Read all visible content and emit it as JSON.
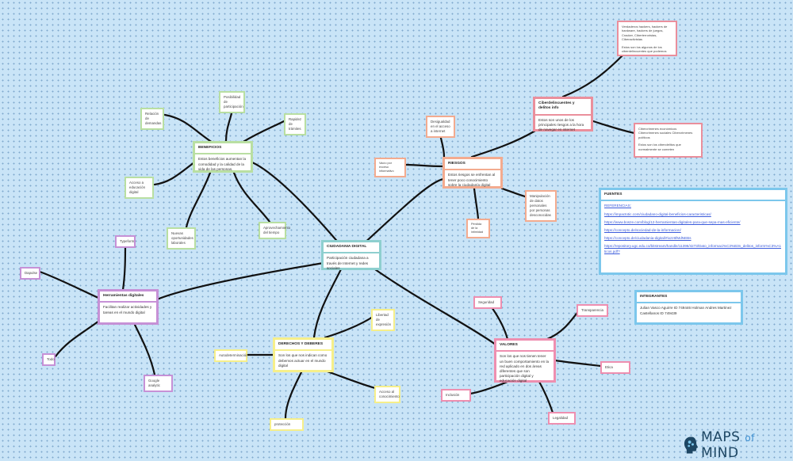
{
  "center": {
    "title": "CIUDADANIA DIGITAL",
    "text": "Participación ciudadana a través de Internet y redes sociales"
  },
  "beneficios": {
    "title": "BENEFICIOS",
    "text": "Estos beneficios aumentan la comodidad y la calidad de la vida de las personas.",
    "items": [
      "Relación de demandas",
      "Posibilidad de participación",
      "Rapidez de trámites",
      "Acceso a educación digital",
      "Nuevas oportunidades laborales",
      "Aprovechamiento del tiempo"
    ]
  },
  "riesgos": {
    "title": "RIESGOS",
    "text": "Estos riesgos se enfrentan al tener poco conocimiento sobre la ciudadanía digital",
    "items": [
      "Desigualdad en el acceso a internet",
      "Vacío por exceso informativo",
      "Pérdida de la intimidad",
      "Manipulación de datos personales por personas desconocidas"
    ]
  },
  "ciber": {
    "title": "Ciberdelincuentes y delitos info",
    "text": "Estos son unos de los principales riesgos a la hora de navegar en internet",
    "top_text": "Verdaderos hackers, hackers de hardware, hackers de juegos, Cracker, Ciberterroristas, Ciberactivistas",
    "top_text2": "Estos son los algunos de los ciberdelincuentes que podemos",
    "right_text": "Cibercrimenes económicos Cibercrimenes sociales Cibercrimenes políticos",
    "right_text2": "Estos son los cibendelitos que normalmente se cometen"
  },
  "herramientas": {
    "title": "Herramientas digitales",
    "text": "Facilitan realizar actividades y tareas en el mundo digital",
    "items": [
      "Typeform",
      "Dapulse",
      "Todo",
      "Google analytic"
    ]
  },
  "derechos": {
    "title": "DERECHOS Y DEBERES",
    "text": "Son los que nos indican como debemos actuar en el mundo digital",
    "items": [
      "Libertad de expresión",
      "Autodeterminación",
      "Acceso al conocimiento",
      "protección"
    ]
  },
  "valores": {
    "title": "VALORES",
    "text": "Son los que nos tienen tener un buen comportamiento en la red aplicado en dos áreas diferentes que son participación digital y educación digital",
    "items": [
      "Seguridad",
      "Transparencia",
      "Etica",
      "Inclusión",
      "Legalidad"
    ]
  },
  "fuentes": {
    "title": "FUENTES",
    "label": "REFERENCIAS:",
    "refs": [
      "https://impactotic.com/ciudadano-digital-beneficios-caracteristicas/",
      "https://www.bosze.com/blog/12-herramientas-digitales-para-que-sepa-mas-eficiente/",
      "https://concepto.de/sociedad-de-la-informacion/",
      "https://concepto.de/ciudadania-digital/#ixzz6fMdNEBs",
      "https://repository.ugc.edu.co/bitstream/handle/11396/4273/Dato_informaci%C3%B3n_delitos_inform%C3%A1ticos.pdf?"
    ]
  },
  "integrantes": {
    "title": "INTEGRANTES",
    "text": "Julian Vasco Aguirre ID 749446 Holman Andres Martinez Castellanos ID 749439"
  },
  "brand": {
    "main": "MAPS",
    "of": "of",
    "mind": "MIND"
  }
}
